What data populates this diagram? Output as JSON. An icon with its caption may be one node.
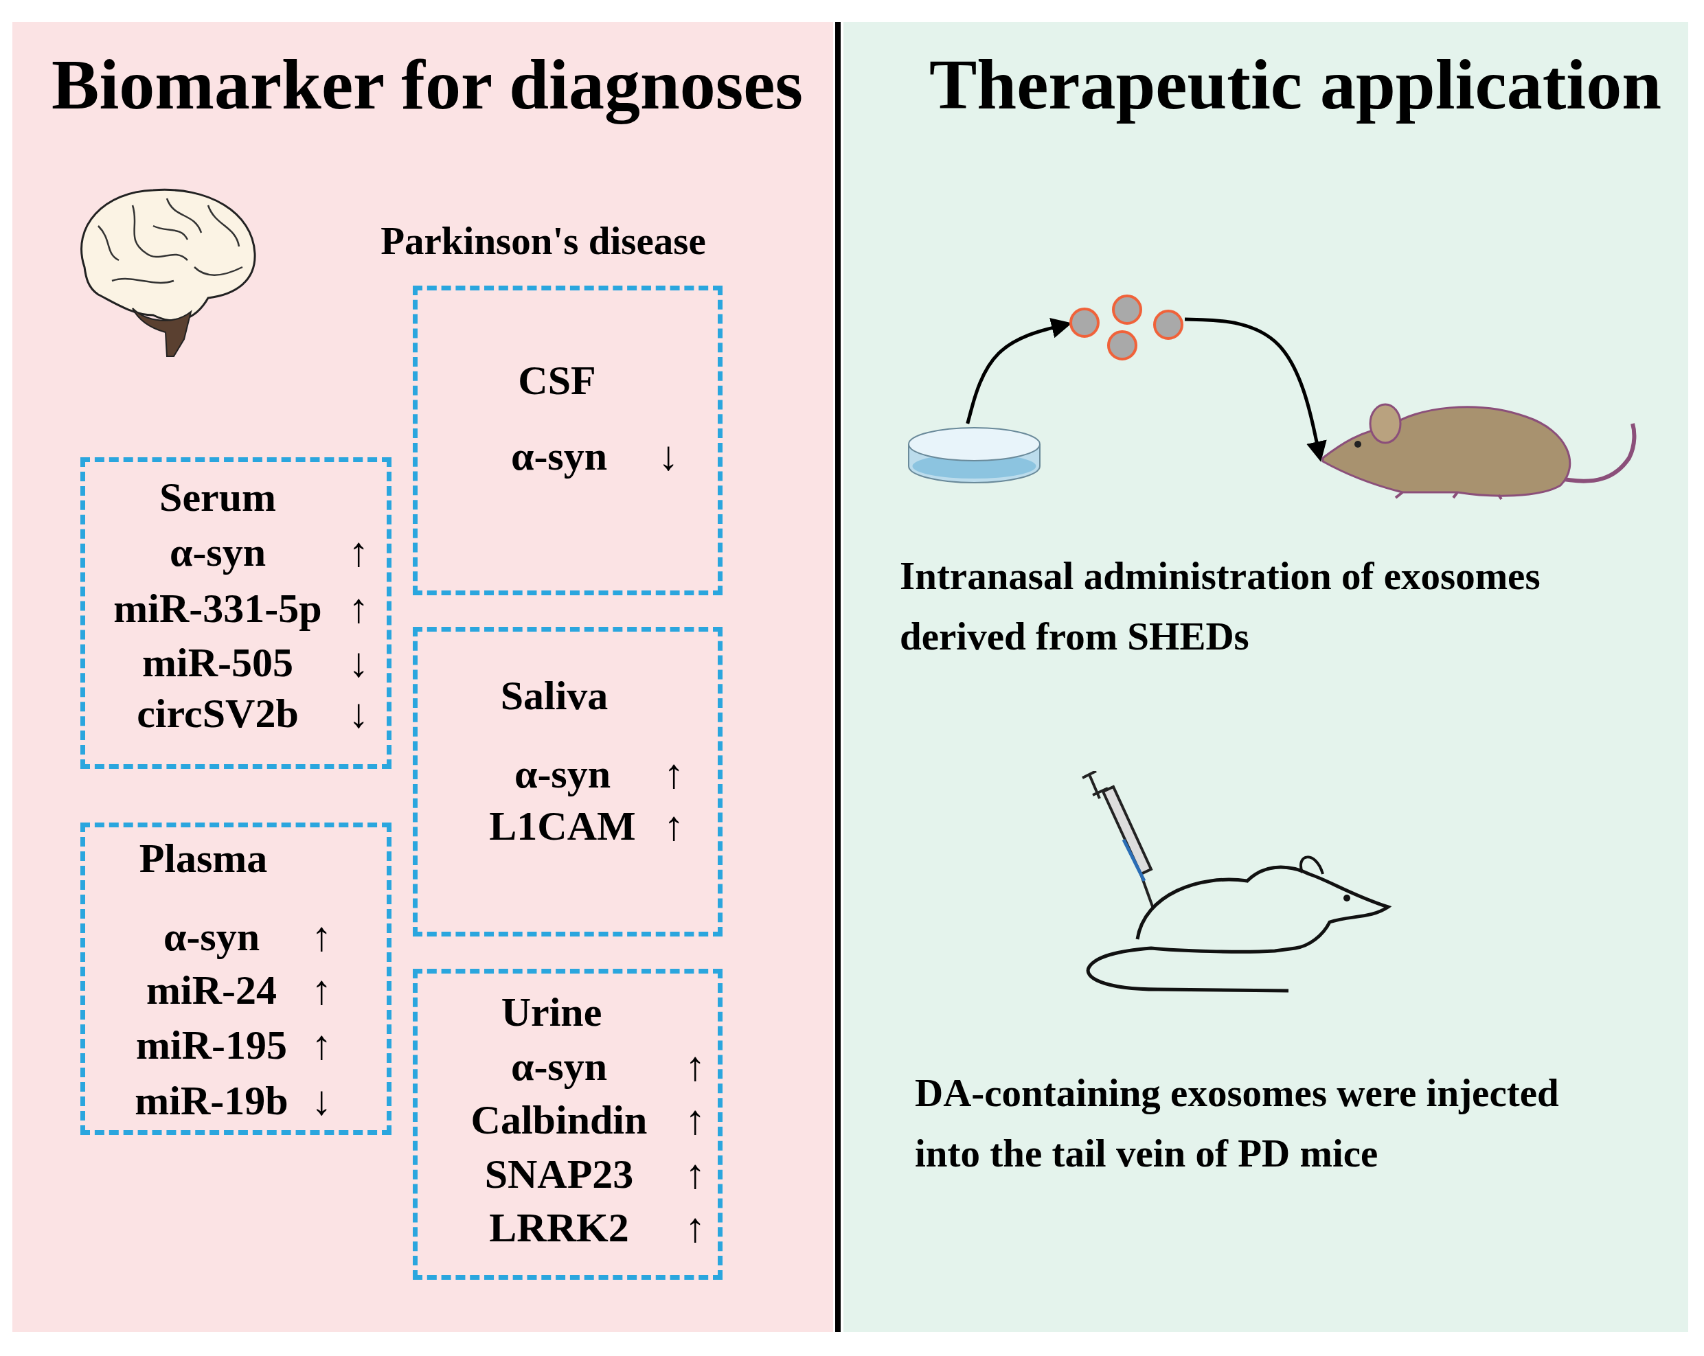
{
  "diagram": {
    "nodes": [
      {
        "text": [
          "Biomarker for diagnoses"
        ]
      },
      {
        "text": [
          "CSF",
          "α-syn ↓"
        ],
        "in": 0
      },
      {
        "text": [
          "Serum",
          "α-syn ↑",
          "miR-331-5p ↑",
          "miR-505 ↓",
          "circSV2b ↓"
        ],
        "in": 0
      },
      {
        "text": [
          "Saliva",
          "α-syn ↑",
          "L1CAM ↑"
        ],
        "in": 0
      },
      {
        "text": [
          "Plasma",
          "α-syn ↑",
          "miR-24 ↑",
          "miR-195 ↑",
          "miR-19b ↓"
        ],
        "in": 0
      },
      {
        "text": [
          "Urine",
          "α-syn ↑",
          "Calbindin ↑",
          "SNAP23 ↑",
          "LRRK2 ↑"
        ],
        "in": 0
      },
      {
        "text": [
          "Therapeutic application"
        ]
      },
      {
        "text": [],
        "shape": "picture",
        "in": 6
      },
      {
        "text": [],
        "shape": "picture",
        "in": 6
      },
      {
        "text": [],
        "shape": "picture",
        "in": 6
      }
    ],
    "edges": [
      {
        "from": 7,
        "to": 8,
        "arrow": "to"
      },
      {
        "from": 8,
        "to": 9,
        "arrow": "to"
      }
    ],
    "labels": [
      "Parkinson's disease",
      "Intranasal administration of exosomes derived from SHEDs",
      "DA-containing exosomes were injected into the tail vein of PD mice"
    ]
  }
}
